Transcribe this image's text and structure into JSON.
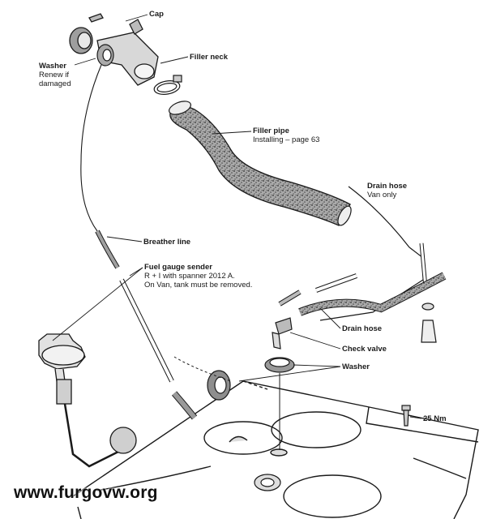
{
  "labels": {
    "cap": "Cap",
    "washer_top": "Washer",
    "washer_top_note1": "Renew if",
    "washer_top_note2": "damaged",
    "filler_neck": "Filler neck",
    "filler_pipe": "Filler pipe",
    "filler_pipe_note": "Installing – page 63",
    "drain_hose_van": "Drain hose",
    "drain_hose_van_note": "Van only",
    "breather_line": "Breather line",
    "fuel_gauge_sender": "Fuel gauge sender",
    "fuel_gauge_note1": "R + I with spanner 2012 A.",
    "fuel_gauge_note2": "On Van, tank must be removed.",
    "drain_hose": "Drain hose",
    "check_valve": "Check valve",
    "washer_bottom": "Washer",
    "torque": "25 Nm"
  },
  "watermark": "www.furgovw.org",
  "colors": {
    "ink": "#1a1a1a",
    "hose_fill": "#9a9a9a",
    "background": "#ffffff"
  }
}
